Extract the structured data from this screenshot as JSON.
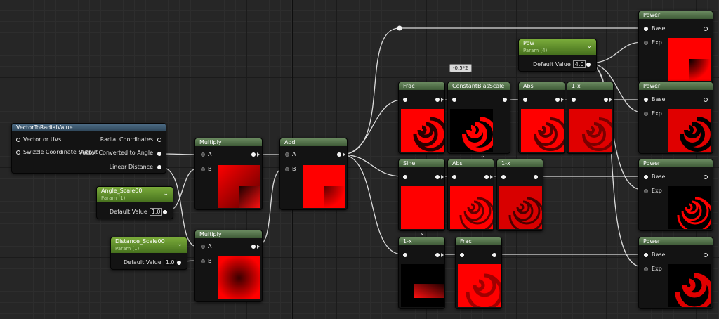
{
  "graph": {
    "vector_to_radial": {
      "title": "VectorToRadialValue",
      "input_vector": "Vector or UVs",
      "input_swizzle": "Swizzle Coordinate Output",
      "output_radial": "Radial Coordinates",
      "output_angle": "Vector Converted to Angle",
      "output_distance": "Linear Distance"
    },
    "angle_scale": {
      "title": "Angle_Scale00",
      "subtitle": "Param (1)",
      "label": "Default Value",
      "value": "1.0"
    },
    "distance_scale": {
      "title": "Distance_Scale00",
      "subtitle": "Param (1)",
      "label": "Default Value",
      "value": "1.0"
    },
    "multiply1": {
      "title": "Multiply",
      "pin_a": "A",
      "pin_b": "B"
    },
    "multiply2": {
      "title": "Multiply",
      "pin_a": "A",
      "pin_b": "B"
    },
    "add": {
      "title": "Add",
      "pin_a": "A",
      "pin_b": "B"
    },
    "frac1": {
      "title": "Frac"
    },
    "constant_bias_scale": {
      "title": "ConstantBiasScale",
      "tooltip": "-0.5*2"
    },
    "abs1": {
      "title": "Abs"
    },
    "one_minus1": {
      "title": "1-x"
    },
    "sine": {
      "title": "Sine"
    },
    "abs2": {
      "title": "Abs"
    },
    "one_minus2": {
      "title": "1-x"
    },
    "one_minus3": {
      "title": "1-x"
    },
    "frac2": {
      "title": "Frac"
    },
    "pow_param": {
      "title": "Pow",
      "subtitle": "Param (4)",
      "label": "Default Value",
      "value": "4.0"
    },
    "power1": {
      "title": "Power",
      "base": "Base",
      "exp": "Exp"
    },
    "power2": {
      "title": "Power",
      "base": "Base",
      "exp": "Exp"
    },
    "power3": {
      "title": "Power",
      "base": "Base",
      "exp": "Exp"
    },
    "power4": {
      "title": "Power",
      "base": "Base",
      "exp": "Exp"
    }
  },
  "colors": {
    "wire": "#dcdcdc",
    "param_header": "#5f8f2c",
    "function_header": "#3a5468",
    "op_header": "#4f6e47",
    "preview_red": "#ff0000"
  }
}
